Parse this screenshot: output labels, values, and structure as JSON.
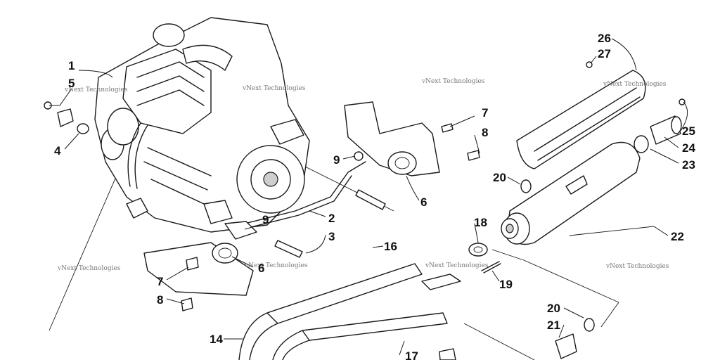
{
  "watermark": "vNext Technologies",
  "callouts": [
    {
      "id": "c1",
      "label": "1"
    },
    {
      "id": "c5",
      "label": "5"
    },
    {
      "id": "c4",
      "label": "4"
    },
    {
      "id": "c9a",
      "label": "9"
    },
    {
      "id": "c2",
      "label": "2"
    },
    {
      "id": "c3",
      "label": "3"
    },
    {
      "id": "c9b",
      "label": "9"
    },
    {
      "id": "c6a",
      "label": "6"
    },
    {
      "id": "c6b",
      "label": "6"
    },
    {
      "id": "c7a",
      "label": "7"
    },
    {
      "id": "c8a",
      "label": "8"
    },
    {
      "id": "c7b",
      "label": "7"
    },
    {
      "id": "c8b",
      "label": "8"
    },
    {
      "id": "c16",
      "label": "16"
    },
    {
      "id": "c18",
      "label": "18"
    },
    {
      "id": "c19",
      "label": "19"
    },
    {
      "id": "c14",
      "label": "14"
    },
    {
      "id": "c17",
      "label": "17"
    },
    {
      "id": "c20a",
      "label": "20"
    },
    {
      "id": "c20b",
      "label": "20"
    },
    {
      "id": "c21",
      "label": "21"
    },
    {
      "id": "c22",
      "label": "22"
    },
    {
      "id": "c23",
      "label": "23"
    },
    {
      "id": "c24",
      "label": "24"
    },
    {
      "id": "c25",
      "label": "25"
    },
    {
      "id": "c26",
      "label": "26"
    },
    {
      "id": "c27",
      "label": "27"
    }
  ]
}
